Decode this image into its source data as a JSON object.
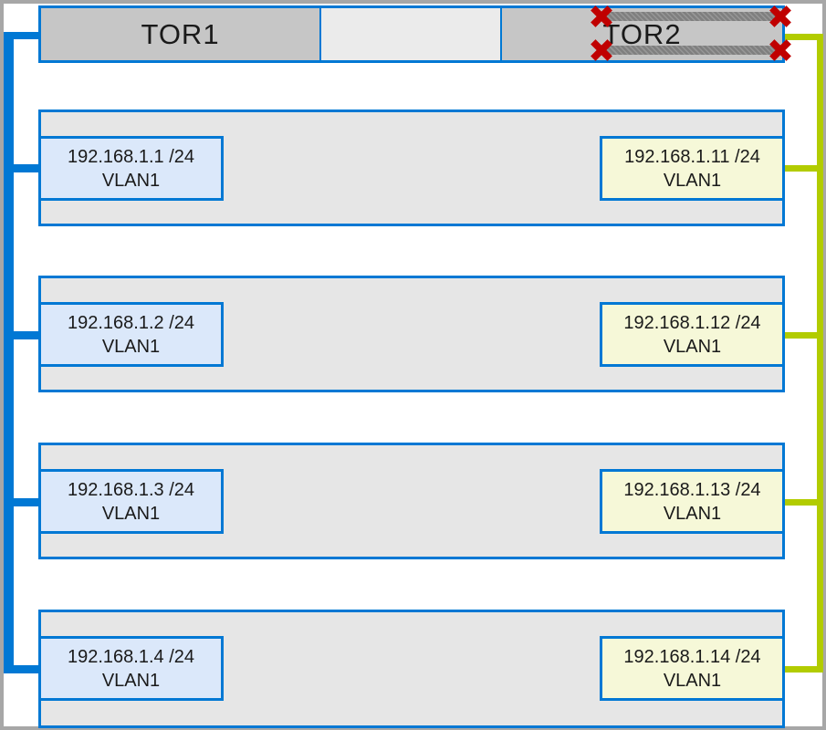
{
  "colors": {
    "accent_blue": "#0078d4",
    "accent_green": "#b2cc00",
    "marker_red": "#c00000",
    "frame_gray": "#a7a7a7",
    "tor_fill": "#c6c6c6",
    "tor_inner_fill": "#ebebeb",
    "link_bar_fill": "#7f7f7f",
    "server_fill": "#e6e6e6",
    "nic_left_fill": "#dbe8fa",
    "nic_right_fill": "#f6f8d8",
    "text_color": "#1a1a1a"
  },
  "tor_switches": [
    {
      "label": "TOR1"
    },
    {
      "label": "TOR2"
    }
  ],
  "inter_tor_links": [
    {
      "name": "inter-tor-link-1",
      "state": "failed"
    },
    {
      "name": "inter-tor-link-2",
      "state": "failed"
    }
  ],
  "servers": [
    {
      "left_nic": {
        "ip": "192.168.1.1 /24",
        "vlan": "VLAN1"
      },
      "right_nic": {
        "ip": "192.168.1.11 /24",
        "vlan": "VLAN1"
      }
    },
    {
      "left_nic": {
        "ip": "192.168.1.2 /24",
        "vlan": "VLAN1"
      },
      "right_nic": {
        "ip": "192.168.1.12 /24",
        "vlan": "VLAN1"
      }
    },
    {
      "left_nic": {
        "ip": "192.168.1.3 /24",
        "vlan": "VLAN1"
      },
      "right_nic": {
        "ip": "192.168.1.13 /24",
        "vlan": "VLAN1"
      }
    },
    {
      "left_nic": {
        "ip": "192.168.1.4 /24",
        "vlan": "VLAN1"
      },
      "right_nic": {
        "ip": "192.168.1.14 /24",
        "vlan": "VLAN1"
      }
    }
  ]
}
